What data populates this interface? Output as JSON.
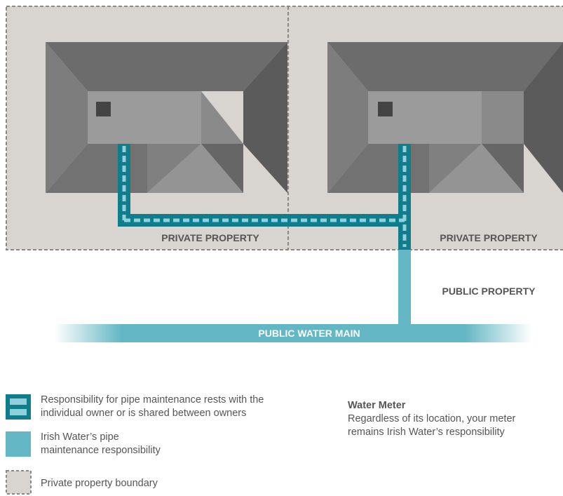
{
  "diagram": {
    "labels": {
      "private_left": "PRIVATE PROPERTY",
      "private_right": "PRIVATE PROPERTY",
      "public_property": "PUBLIC PROPERTY",
      "water_main": "PUBLIC WATER MAIN"
    },
    "colors": {
      "lot_fill": "#d8d4cf",
      "boundary": "#8a8784",
      "water_pipe": "#63b6c4",
      "pipe_dark": "#0f7d8c",
      "pipe_dash": "#8fd0da",
      "roof_dark": "#5b5b5b",
      "roof_mid": "#7d7d7d",
      "roof_light": "#9b9b9b",
      "label_text": "#555555"
    }
  },
  "legend": {
    "shared_pipe": {
      "line1": "Responsibility for pipe maintenance rests with the",
      "line2": "individual owner or is shared between owners"
    },
    "irish_water_pipe": {
      "line1": "Irish Water’s pipe",
      "line2": "maintenance responsibility"
    },
    "boundary": {
      "line1": "Private property boundary"
    },
    "water_meter": {
      "title": "Water Meter",
      "line1": "Regardless of its location, your meter",
      "line2": "remains Irish Water’s responsibility"
    }
  }
}
